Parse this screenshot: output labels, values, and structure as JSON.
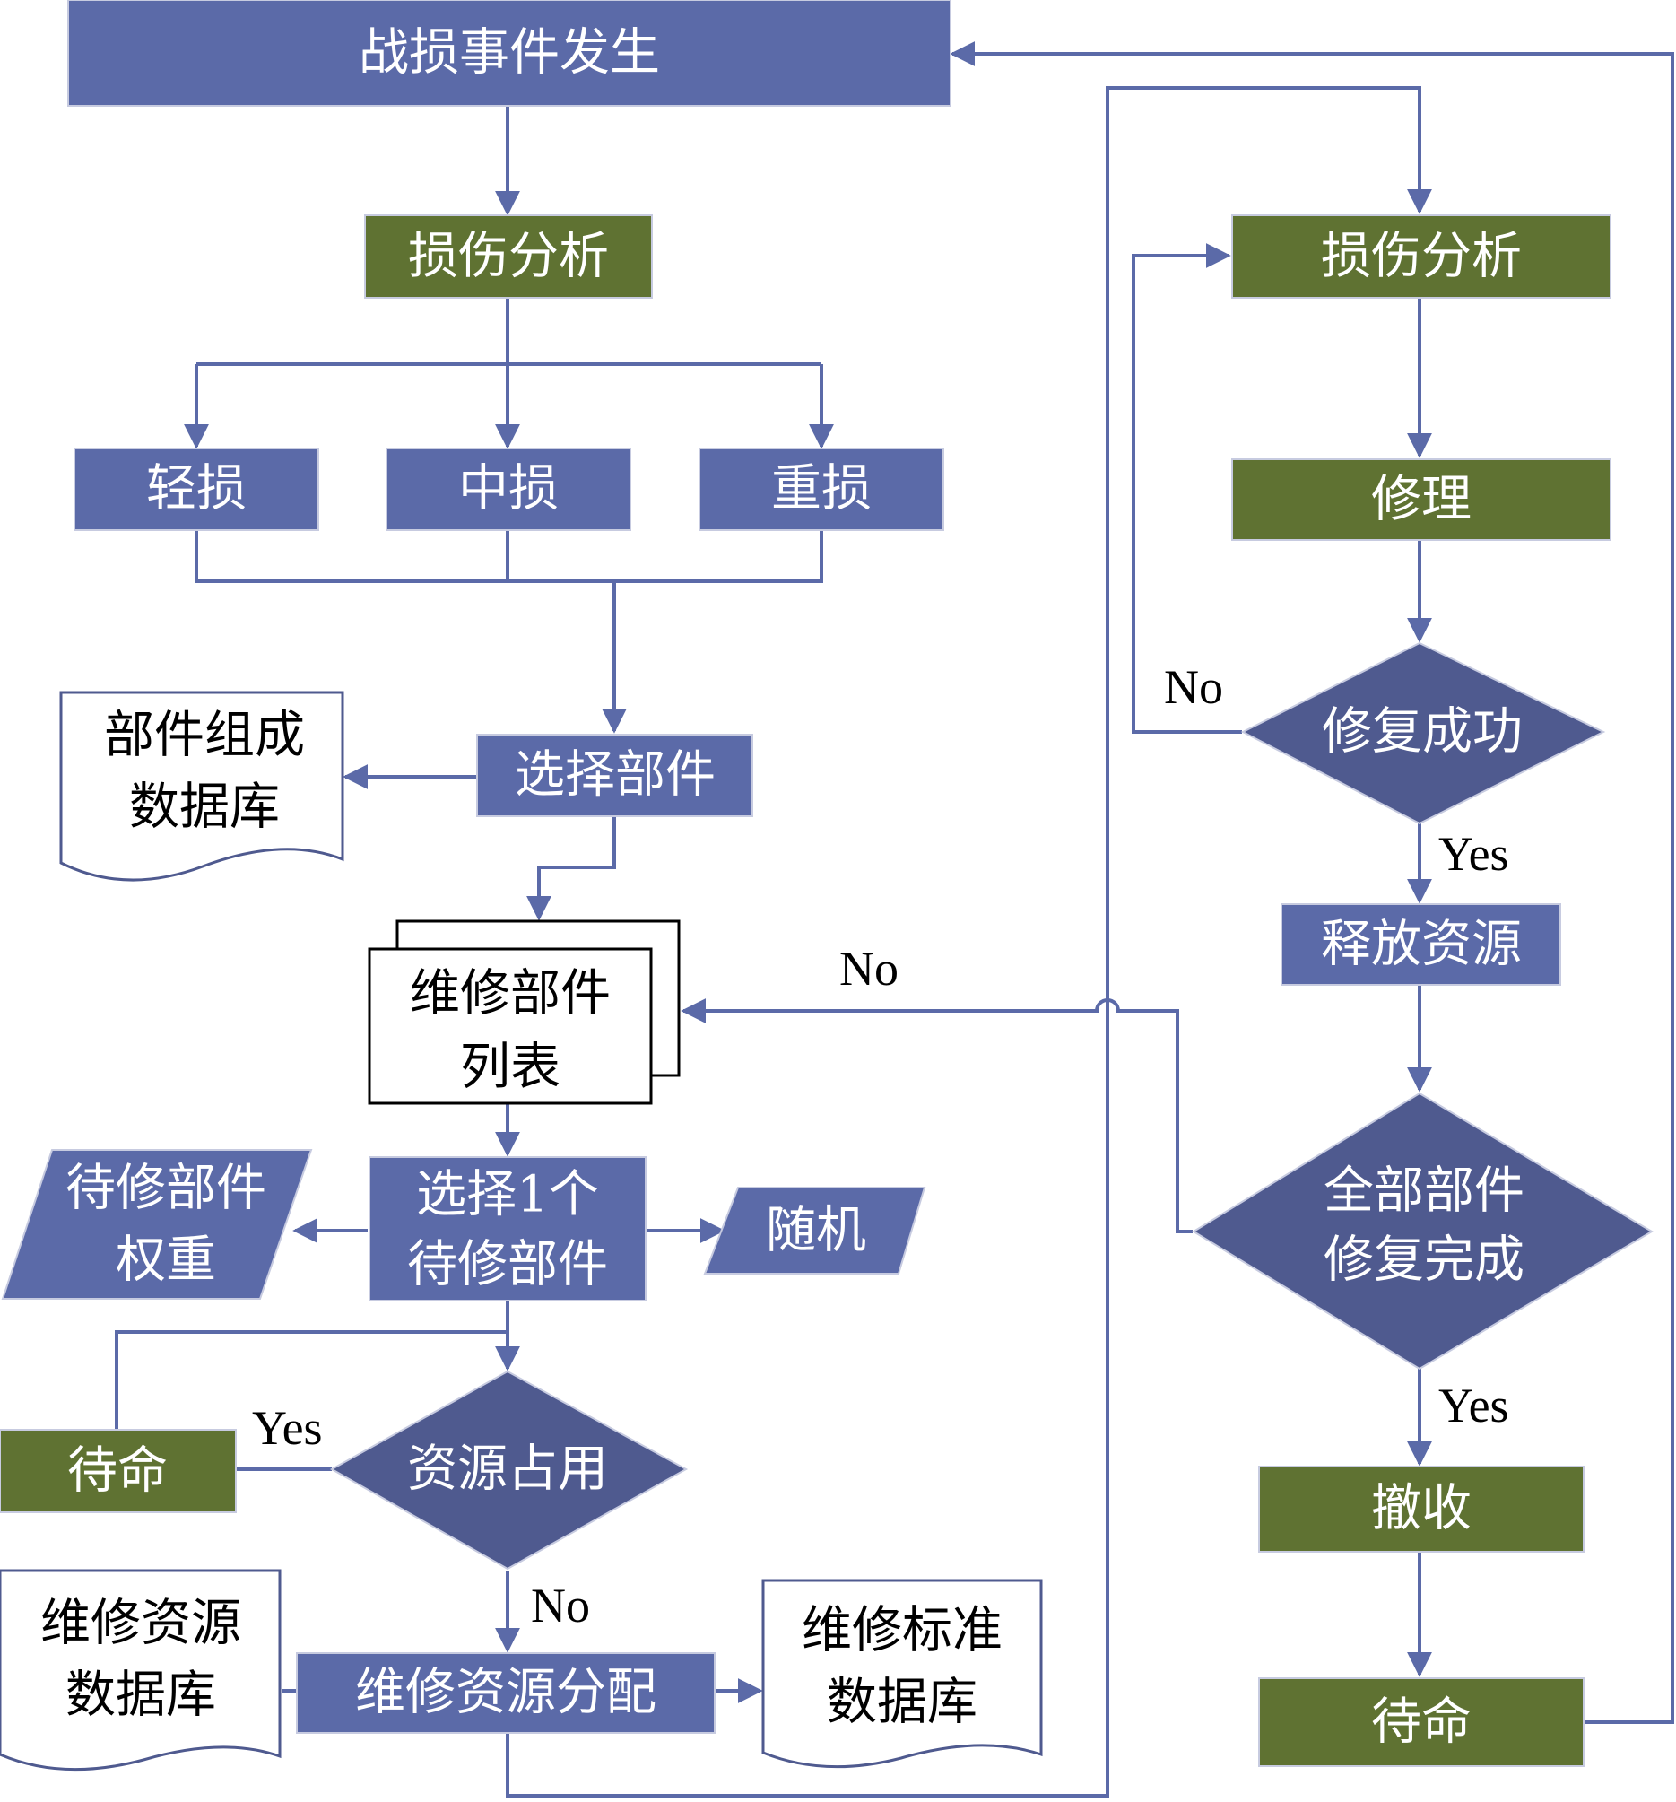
{
  "colors": {
    "blue": "#5b6aa8",
    "green": "#5f7232",
    "diamond": "#4f5a8f",
    "line": "#5b6aa8",
    "doc_border": "#4f5a8f"
  },
  "nodes": {
    "start": "战损事件发生",
    "damage_analysis_left": "损伤分析",
    "light": "轻损",
    "medium": "中损",
    "heavy": "重损",
    "component_db": [
      "部件组成",
      "数据库"
    ],
    "select_component": "选择部件",
    "repair_list": [
      "维修部件",
      "列表"
    ],
    "weight": [
      "待修部件",
      "权重"
    ],
    "select_one": [
      "选择1个",
      "待修部件"
    ],
    "random": "随机",
    "standby_left": "待命",
    "resource_occupied": "资源占用",
    "resource_db": [
      "维修资源",
      "数据库"
    ],
    "allocate": "维修资源分配",
    "standard_db": [
      "维修标准",
      "数据库"
    ],
    "damage_analysis_right": "损伤分析",
    "repair": "修理",
    "repair_success": "修复成功",
    "release": "释放资源",
    "all_done": [
      "全部部件",
      "修复完成"
    ],
    "withdraw": "撤收",
    "standby_right": "待命"
  },
  "edge_labels": {
    "yes_resource": "Yes",
    "no_resource": "No",
    "no_success": "No",
    "yes_success": "Yes",
    "no_all": "No",
    "yes_all": "Yes"
  }
}
